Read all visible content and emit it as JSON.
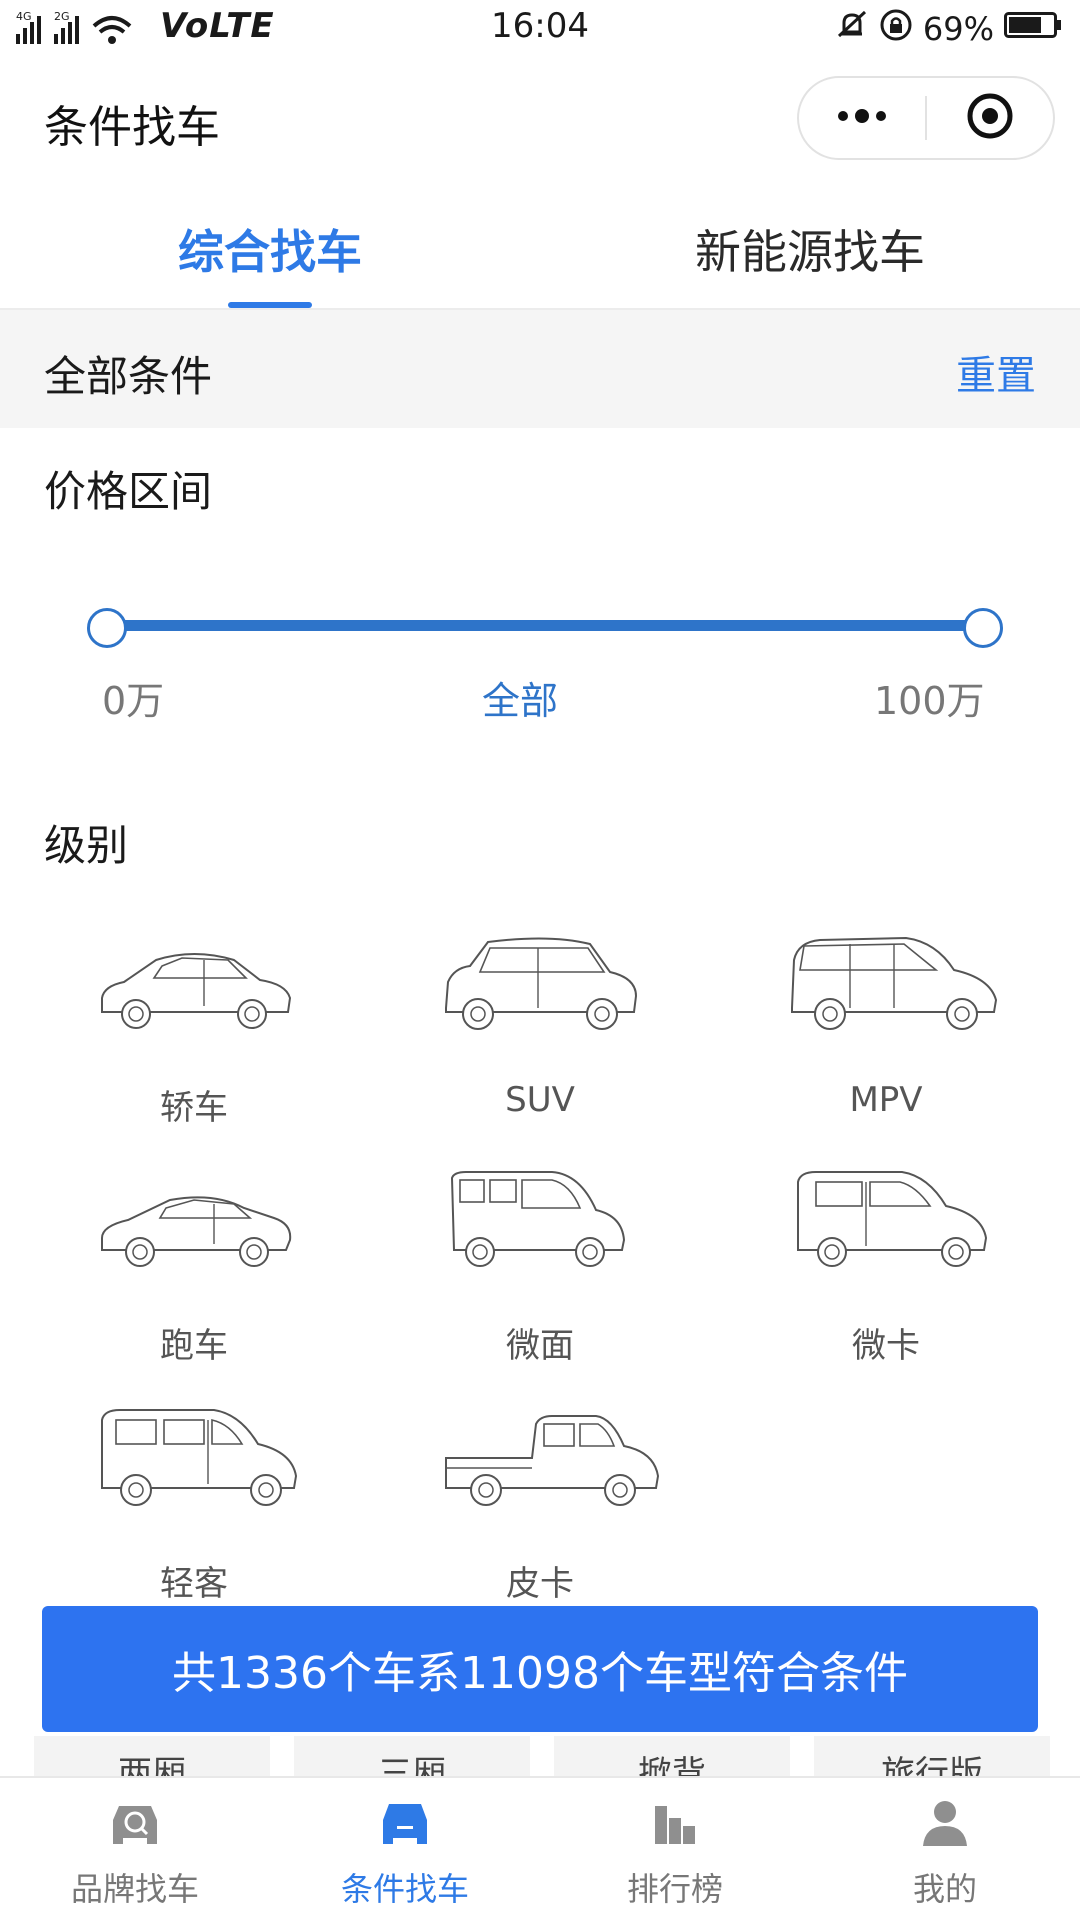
{
  "status_bar": {
    "network_4g": "4G",
    "network_2g": "2G",
    "volte": "VoLTE",
    "time": "16:04",
    "battery": "69%"
  },
  "nav": {
    "title": "条件找车"
  },
  "tabs": [
    {
      "label": "综合找车",
      "active": true
    },
    {
      "label": "新能源找车",
      "active": false
    }
  ],
  "conditions": {
    "title": "全部条件",
    "reset": "重置"
  },
  "price": {
    "label": "价格区间",
    "min_label": "0万",
    "current_label": "全部",
    "max_label": "100万"
  },
  "level": {
    "label": "级别",
    "items": [
      {
        "label": "轿车",
        "icon": "sedan-icon"
      },
      {
        "label": "SUV",
        "icon": "suv-icon"
      },
      {
        "label": "MPV",
        "icon": "mpv-icon"
      },
      {
        "label": "跑车",
        "icon": "sports-car-icon"
      },
      {
        "label": "微面",
        "icon": "micro-van-icon"
      },
      {
        "label": "微卡",
        "icon": "micro-truck-icon"
      },
      {
        "label": "轻客",
        "icon": "light-bus-icon"
      },
      {
        "label": "皮卡",
        "icon": "pickup-icon"
      }
    ]
  },
  "cta": {
    "label": "共1336个车系11098个车型符合条件"
  },
  "chips": [
    "两厢",
    "三厢",
    "掀背",
    "旅行版"
  ],
  "bottom_tabs": [
    {
      "label": "品牌找车",
      "icon": "brand-search-icon",
      "active": false
    },
    {
      "label": "条件找车",
      "icon": "car-filter-icon",
      "active": true
    },
    {
      "label": "排行榜",
      "icon": "ranking-icon",
      "active": false
    },
    {
      "label": "我的",
      "icon": "profile-icon",
      "active": false
    }
  ],
  "colors": {
    "accent": "#2e7ae6",
    "cta": "#2d73f0",
    "slider": "#2e74c9",
    "section_bg": "#f5f5f5"
  }
}
